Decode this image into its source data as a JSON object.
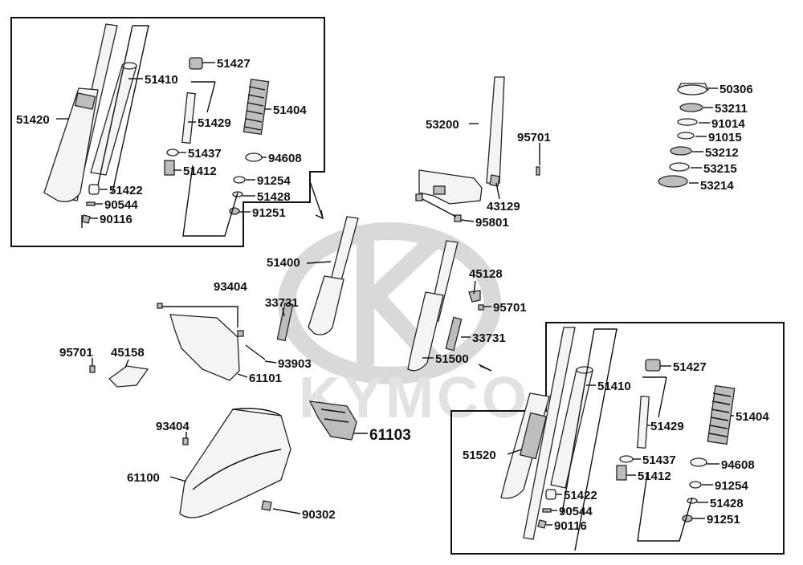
{
  "watermark": {
    "brand_text": "KYMCO"
  },
  "parts": {
    "p51420_tl": "51420",
    "p51410_tl": "51410",
    "p51427_tl": "51427",
    "p51429_tl": "51429",
    "p51404_tl": "51404",
    "p51437_tl": "51437",
    "p94608_tl": "94608",
    "p51412_tl": "51412",
    "p91254_tl": "91254",
    "p51422_tl": "51422",
    "p51428_tl": "51428",
    "p90544_tl": "90544",
    "p91251_tl": "91251",
    "p90116_tl": "90116",
    "p53200": "53200",
    "p95701_top": "95701",
    "p43129": "43129",
    "p95801": "95801",
    "p50306": "50306",
    "p53211": "53211",
    "p91014": "91014",
    "p91015": "91015",
    "p53212": "53212",
    "p53215": "53215",
    "p53214": "53214",
    "p51400": "51400",
    "p33731_l": "33731",
    "p45128": "45128",
    "p95701_r": "95701",
    "p33731_r": "33731",
    "p51500": "51500",
    "p93404_top": "93404",
    "p95701_l": "95701",
    "p45158": "45158",
    "p93903": "93903",
    "p61101": "61101",
    "p61103": "61103",
    "p93404_b": "93404",
    "p61100": "61100",
    "p90302": "90302",
    "p51410_br": "51410",
    "p51427_br": "51427",
    "p51429_br": "51429",
    "p51404_br": "51404",
    "p51520": "51520",
    "p51437_br": "51437",
    "p94608_br": "94608",
    "p51412_br": "51412",
    "p91254_br": "91254",
    "p51422_br": "51422",
    "p51428_br": "51428",
    "p90544_br": "90544",
    "p91251_br": "91251",
    "p90116_br": "90116"
  }
}
